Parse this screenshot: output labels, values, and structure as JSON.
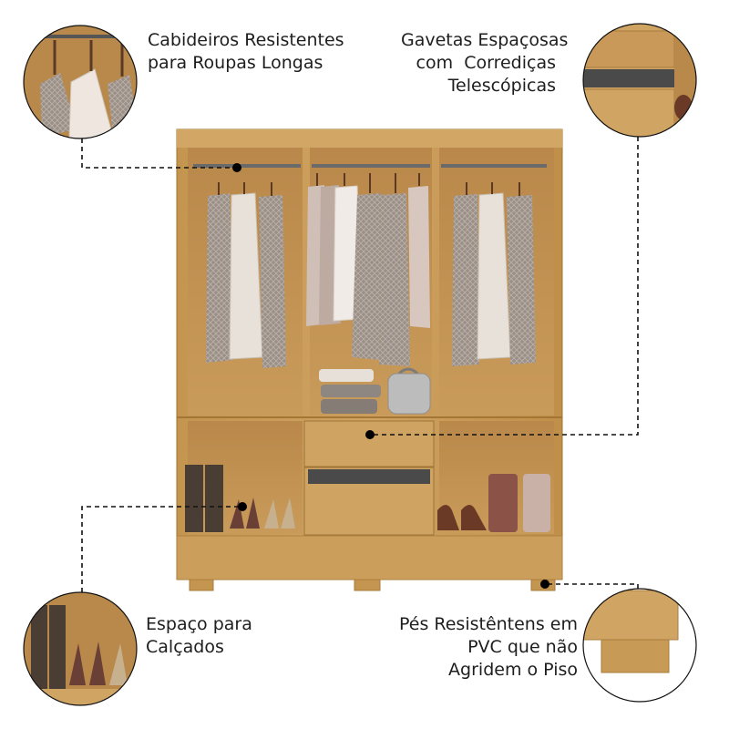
{
  "callouts": {
    "hanging_rods": {
      "lines": [
        "Cabideiros Resistentes",
        "para Roupas Longas"
      ]
    },
    "drawers": {
      "lines": [
        "Gavetas Espaçosas",
        "com  Corrediças",
        "Telescópicas"
      ]
    },
    "shoe_space": {
      "lines": [
        "Espaço para",
        "Calçados"
      ]
    },
    "feet": {
      "lines": [
        "Pés Resistêntens em",
        "PVC que não",
        "Agridem o Piso"
      ]
    }
  },
  "colors": {
    "wood": "#c79a56",
    "wood_dark": "#a97c3c",
    "wood_light": "#d6ad6b",
    "handle": "#4a4a4a",
    "rod": "#6a6a6a",
    "leader": "#111111"
  }
}
